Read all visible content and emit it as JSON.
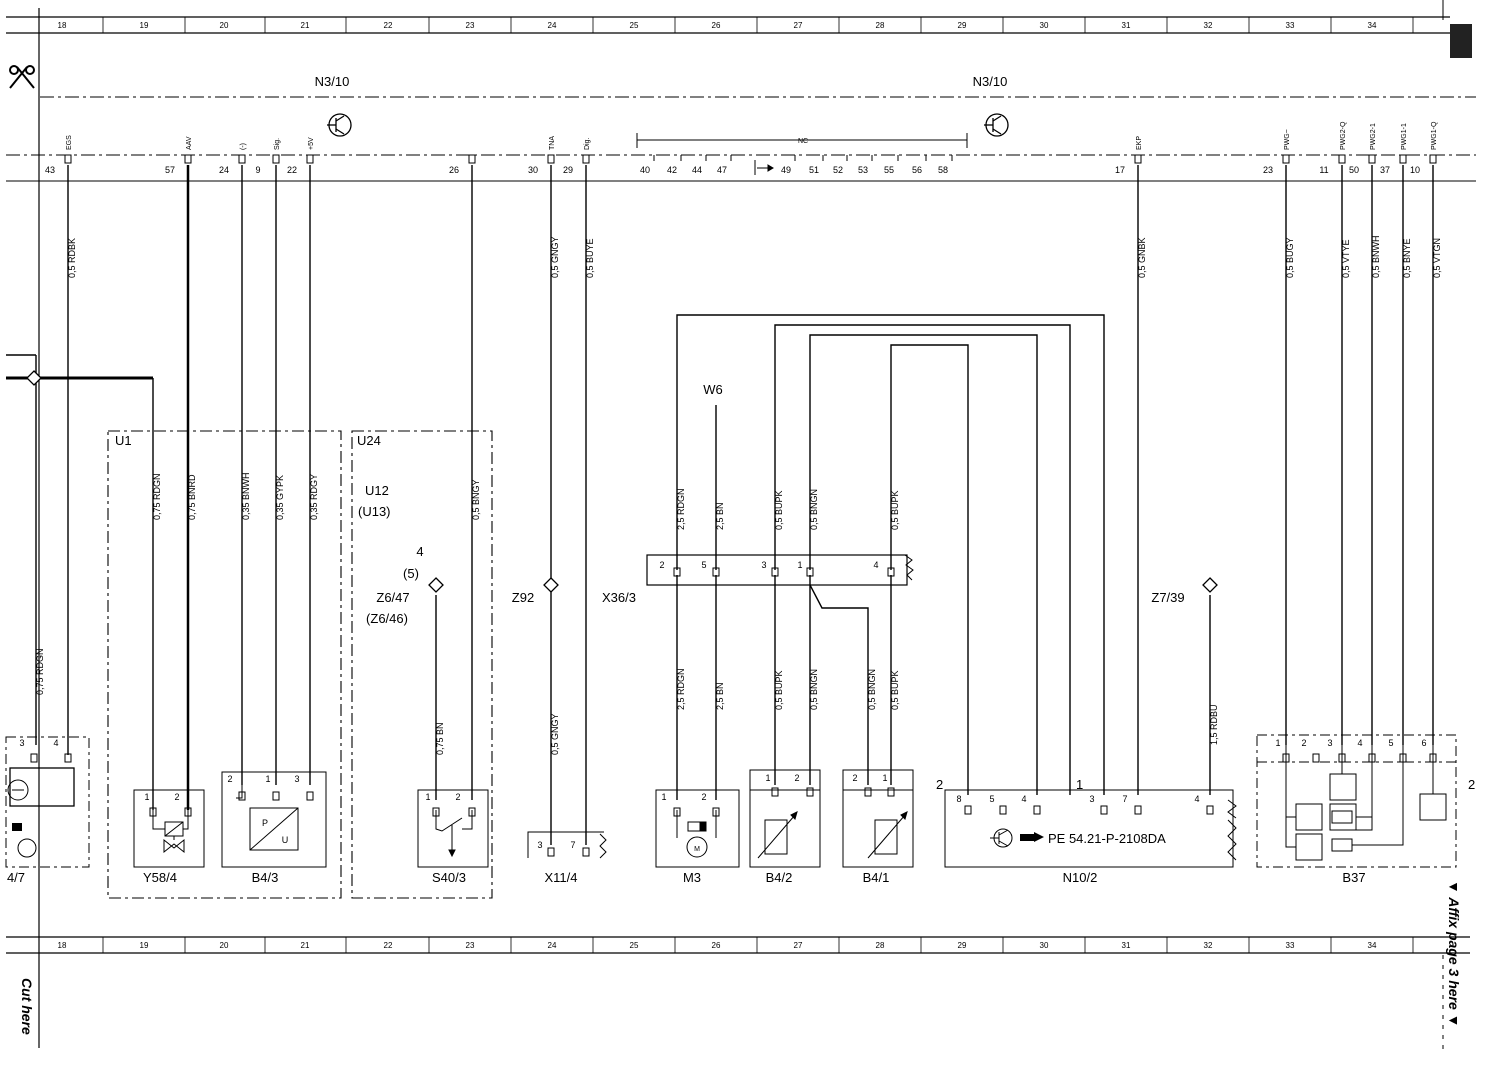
{
  "grid": [
    "18",
    "19",
    "20",
    "21",
    "22",
    "23",
    "24",
    "25",
    "26",
    "27",
    "28",
    "29",
    "30",
    "31",
    "32",
    "33",
    "34"
  ],
  "ecu_label": "N3/10",
  "nc_label": "NC",
  "ecu_pins": [
    {
      "num": "43",
      "sig": "EGS"
    },
    {
      "num": "57",
      "sig": "AAV"
    },
    {
      "num": "24",
      "sig": "(-)"
    },
    {
      "num": "9",
      "sig": "Sig."
    },
    {
      "num": "22",
      "sig": "+5V"
    },
    {
      "num": "26",
      "sig": ""
    },
    {
      "num": "30",
      "sig": "TNA"
    },
    {
      "num": "29",
      "sig": "Dig."
    },
    {
      "num": "17",
      "sig": "EKP"
    },
    {
      "num": "23",
      "sig": "PWG~"
    },
    {
      "num": "11",
      "sig": "PWG2-Q"
    },
    {
      "num": "50",
      "sig": "PWG2-1"
    },
    {
      "num": "37",
      "sig": "PWG1-1"
    },
    {
      "num": "10",
      "sig": "PWG1-Q"
    }
  ],
  "nc_pins": [
    "40",
    "42",
    "44",
    "47",
    "49",
    "51",
    "52",
    "53",
    "55",
    "56",
    "58"
  ],
  "wires_top": [
    "0,5 RDBK",
    "0,5 GNGY",
    "0,5 BUYE",
    "0,5 GNBK",
    "0,5 BUGY",
    "0,5 VTYE",
    "0,5 BNWH",
    "0,5 BNYE",
    "0,5 VTGN"
  ],
  "wires_u1": [
    "0,75 RDGN",
    "0,75 BNRD",
    "0,35 BNWH",
    "0,35 GYPK",
    "0,35 RDGY",
    "0,5 BNGY"
  ],
  "wires_x36_top": [
    "2,5 RDGN",
    "2,5 BN",
    "0,5 BUPK",
    "0,5 BNGN",
    "0,5 BUPK"
  ],
  "wires_x36_bottom": [
    "2,5 RDGN",
    "2,5 BN",
    "0,5 BUPK",
    "0,5 BNGN",
    "0,5 BNGN",
    "0,5 BUPK"
  ],
  "wire_misc": {
    "left": "0,75 RDGN",
    "s40": "0,75 BN",
    "x11": "0,5 GNGY",
    "n10": "1,5 RDBU"
  },
  "labels": {
    "u1": "U1",
    "u24": "U24",
    "u12": "U12",
    "u13": "(U13)",
    "z6_num": "4",
    "z6_num2": "(5)",
    "z6": "Z6/47",
    "z6b": "(Z6/46)",
    "z92": "Z92",
    "x36": "X36/3",
    "w6": "W6",
    "z7": "Z7/39"
  },
  "x36_pins": [
    "2",
    "5",
    "3",
    "1",
    "4"
  ],
  "components": [
    {
      "name": "4/7",
      "pins": [
        "3",
        "4"
      ]
    },
    {
      "name": "Y58/4",
      "pins": [
        "1",
        "2"
      ]
    },
    {
      "name": "B4/3",
      "pins": [
        "2",
        "1",
        "3"
      ]
    },
    {
      "name": "S40/3",
      "pins": [
        "1",
        "2"
      ]
    },
    {
      "name": "X11/4",
      "pins": [
        "3",
        "7"
      ]
    },
    {
      "name": "M3",
      "pins": [
        "1",
        "2"
      ]
    },
    {
      "name": "B4/2",
      "pins": [
        "1",
        "2"
      ]
    },
    {
      "name": "B4/1",
      "pins": [
        "2",
        "1"
      ]
    },
    {
      "name": "N10/2",
      "pins": [
        "8",
        "5",
        "4",
        "3",
        "7",
        "4"
      ]
    },
    {
      "name": "B37",
      "pins": [
        "1",
        "2",
        "3",
        "4",
        "5",
        "6"
      ]
    }
  ],
  "n10_ref": "PE 54.21-P-2108DA",
  "n10_sec": [
    "2",
    "1"
  ],
  "b37_sec": "2",
  "b4_3_symbol": {
    "p": "P",
    "u": "U"
  },
  "m3_symbol": "M",
  "cut_here": "Cut here",
  "affix": "▼ Affix page 3 here ▼"
}
